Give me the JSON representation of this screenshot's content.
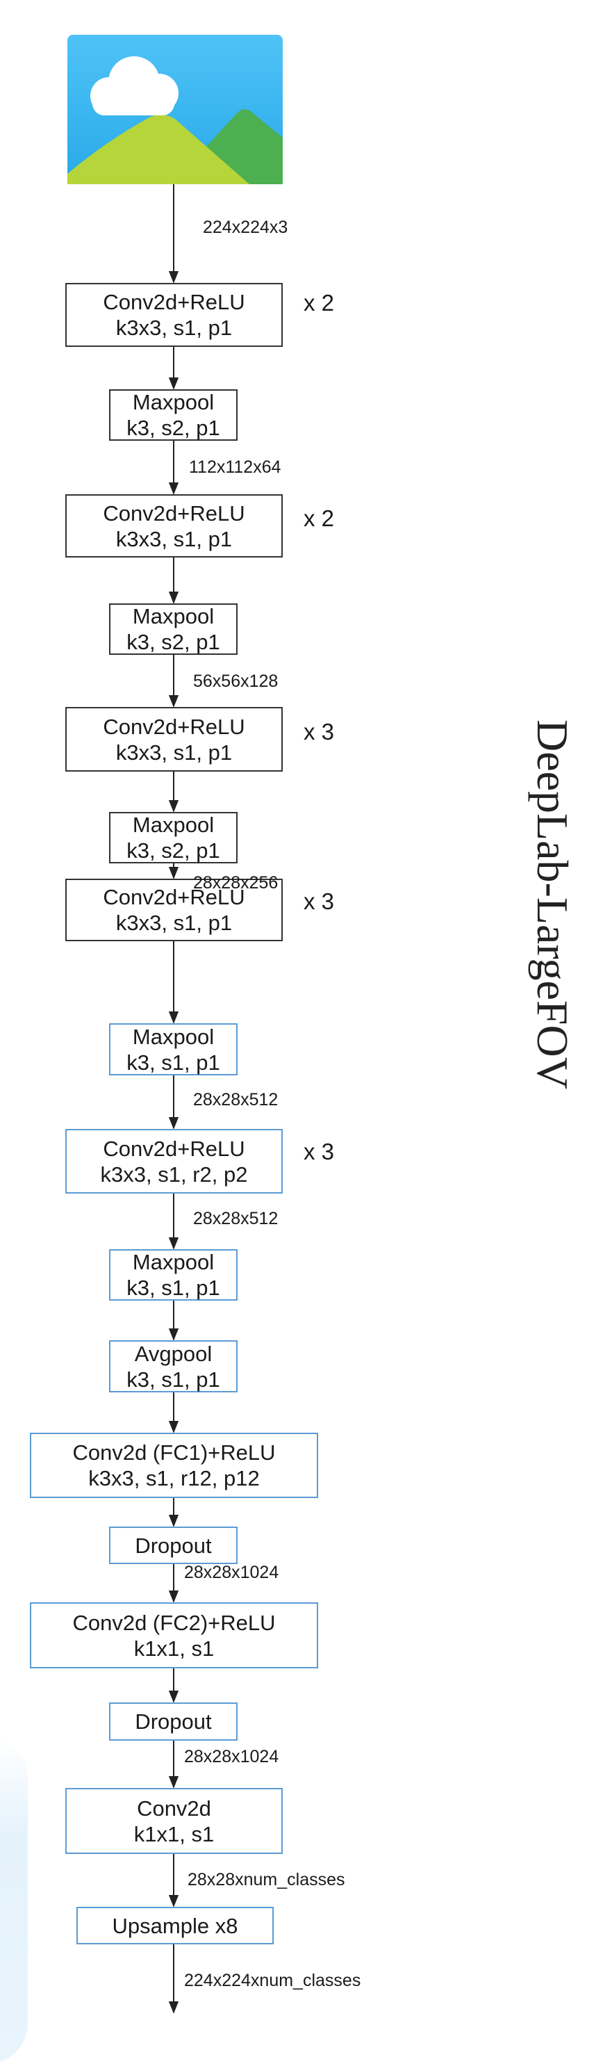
{
  "title": "DeepLab-LargeFOV",
  "colors": {
    "blue_border": "#5b9bd5",
    "black_border": "#333333",
    "arrow": "#222222"
  },
  "input_icon": "image-placeholder-icon",
  "layers": [
    {
      "line1": "Conv2d+ReLU",
      "line2": "k3x3, s1, p1",
      "repeat": "x 2",
      "in_label": "224x224x3"
    },
    {
      "line1": "Maxpool",
      "line2": "k3, s2, p1"
    },
    {
      "line1": "Conv2d+ReLU",
      "line2": "k3x3, s1, p1",
      "repeat": "x 2",
      "in_label": "112x112x64"
    },
    {
      "line1": "Maxpool",
      "line2": "k3, s2, p1"
    },
    {
      "line1": "Conv2d+ReLU",
      "line2": "k3x3, s1, p1",
      "repeat": "x 3",
      "in_label": "56x56x128"
    },
    {
      "line1": "Maxpool",
      "line2": "k3, s2, p1"
    },
    {
      "line1": "Conv2d+ReLU",
      "line2": "k3x3, s1, p1",
      "repeat": "x 3",
      "in_label": "28x28x256"
    },
    {
      "line1": "Maxpool",
      "line2": "k3, s1, p1"
    },
    {
      "line1": "Conv2d+ReLU",
      "line2": "k3x3, s1, r2, p2",
      "repeat": "x 3",
      "in_label": "28x28x512"
    },
    {
      "line1": "Maxpool",
      "line2": "k3, s1, p1",
      "in_label": "28x28x512"
    },
    {
      "line1": "Avgpool",
      "line2": "k3, s1, p1"
    },
    {
      "line1": "Conv2d (FC1)+ReLU",
      "line2": "k3x3, s1, r12, p12"
    },
    {
      "line1": "Dropout"
    },
    {
      "line1": "Conv2d (FC2)+ReLU",
      "line2": "k1x1, s1",
      "in_label": "28x28x1024"
    },
    {
      "line1": "Dropout"
    },
    {
      "line1": "Conv2d",
      "line2": "k1x1, s1",
      "in_label": "28x28x1024"
    },
    {
      "line1": "Upsample x8",
      "in_label": "28x28xnum_classes"
    }
  ],
  "output_label": "224x224xnum_classes"
}
